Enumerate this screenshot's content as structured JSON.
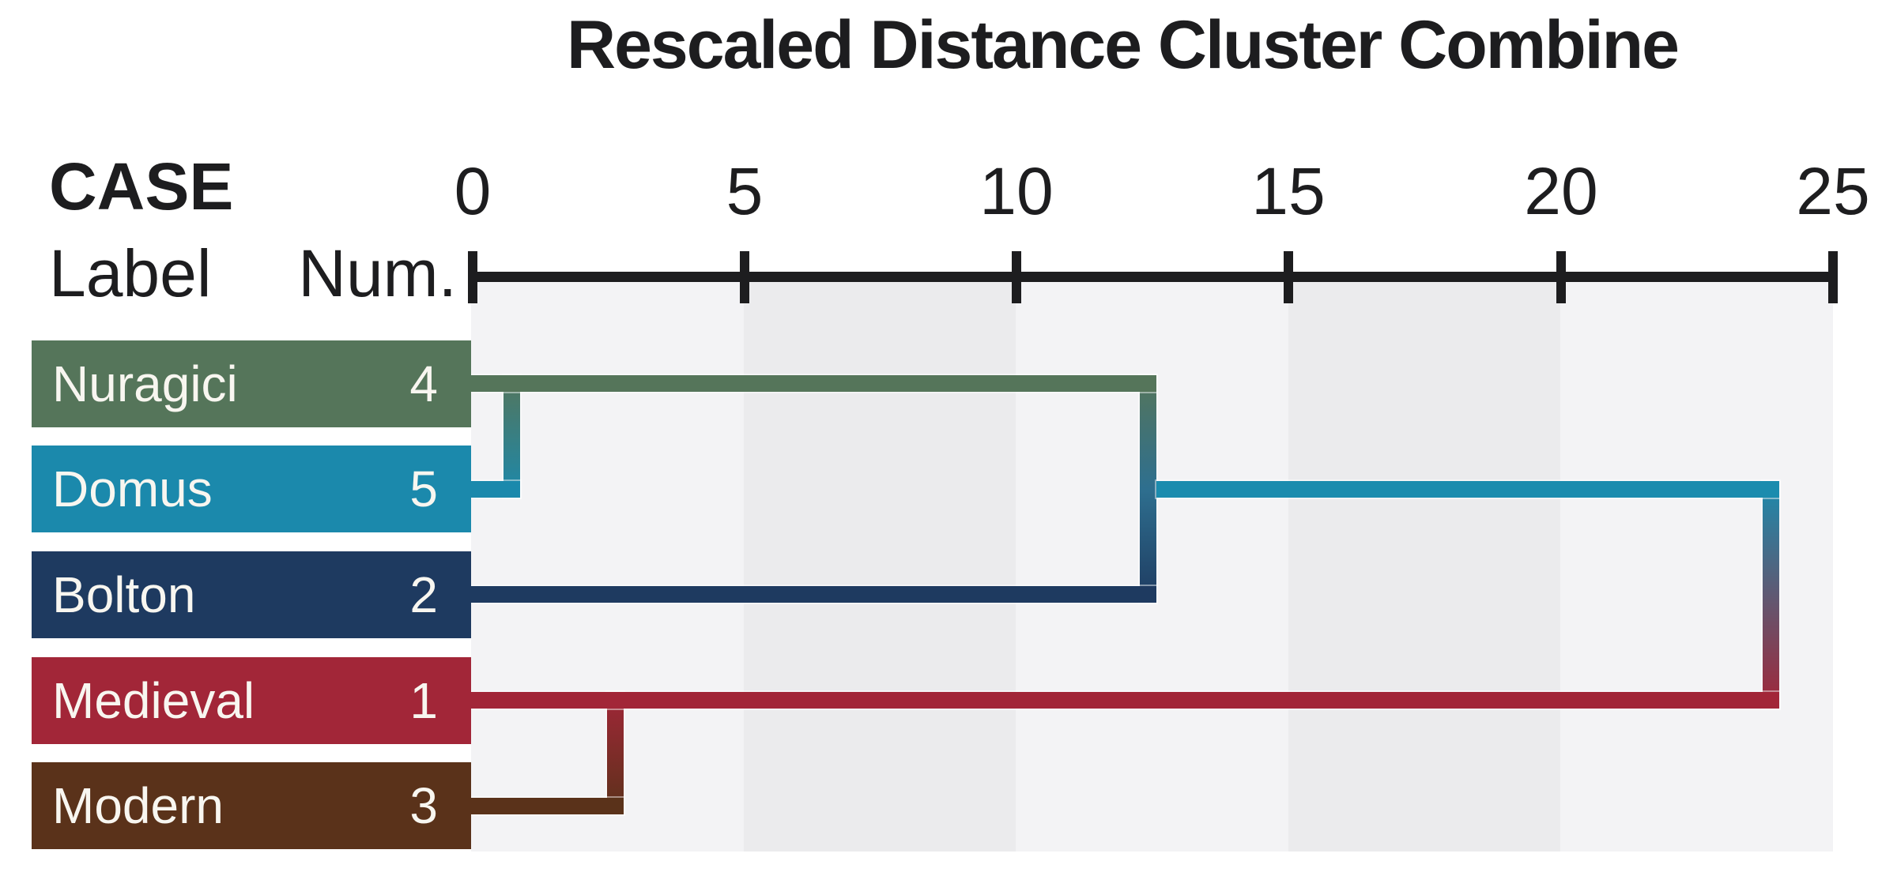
{
  "title": "Rescaled Distance Cluster Combine",
  "header": {
    "case": "CASE",
    "label": "Label",
    "num": "Num."
  },
  "axis": {
    "tick_labels": [
      "0",
      "5",
      "10",
      "15",
      "20",
      "25"
    ],
    "range": [
      0,
      25
    ]
  },
  "cases": [
    {
      "label": "Nuragici",
      "num": "4",
      "color": "#55755a"
    },
    {
      "label": "Domus",
      "num": "5",
      "color": "#1b89ac"
    },
    {
      "label": "Bolton",
      "num": "2",
      "color": "#1e3a60"
    },
    {
      "label": "Medieval",
      "num": "1",
      "color": "#a22638"
    },
    {
      "label": "Modern",
      "num": "3",
      "color": "#5a321a"
    }
  ],
  "colors": {
    "axis": "#1d1d1f",
    "bar_text": "#f8f6f0",
    "band_light": "#f3f3f5",
    "band_dark": "#ebebed",
    "nuragici_green": "#55755a",
    "domus_teal": "#1b89ac",
    "bolton_navy": "#1e3a60",
    "medieval_crimson": "#a22638",
    "modern_brown": "#5a321a"
  },
  "chart_data": {
    "type": "dendrogram",
    "title": "Rescaled Distance Cluster Combine",
    "orientation": "horizontal",
    "xlim": [
      0,
      25
    ],
    "x_ticks": [
      0,
      5,
      10,
      15,
      20,
      25
    ],
    "grid": "alternating vertical bands every 5 units (light/dark gray)",
    "legend_position": "none",
    "leaves": [
      {
        "label": "Nuragici",
        "case_number": 4,
        "color": "#55755a"
      },
      {
        "label": "Domus",
        "case_number": 5,
        "color": "#1b89ac"
      },
      {
        "label": "Bolton",
        "case_number": 2,
        "color": "#1e3a60"
      },
      {
        "label": "Medieval",
        "case_number": 1,
        "color": "#a22638"
      },
      {
        "label": "Modern",
        "case_number": 3,
        "color": "#5a321a"
      }
    ],
    "merges": [
      {
        "step": 1,
        "clusters": [
          "Nuragici",
          "Domus"
        ],
        "rescaled_distance": 0.7
      },
      {
        "step": 2,
        "clusters": [
          "Medieval",
          "Modern"
        ],
        "rescaled_distance": 2.6
      },
      {
        "step": 3,
        "clusters": [
          "Nuragici+Domus",
          "Bolton"
        ],
        "rescaled_distance": 12.4
      },
      {
        "step": 4,
        "clusters": [
          "Nuragici+Domus+Bolton",
          "Medieval+Modern"
        ],
        "rescaled_distance": 23.9
      }
    ]
  }
}
